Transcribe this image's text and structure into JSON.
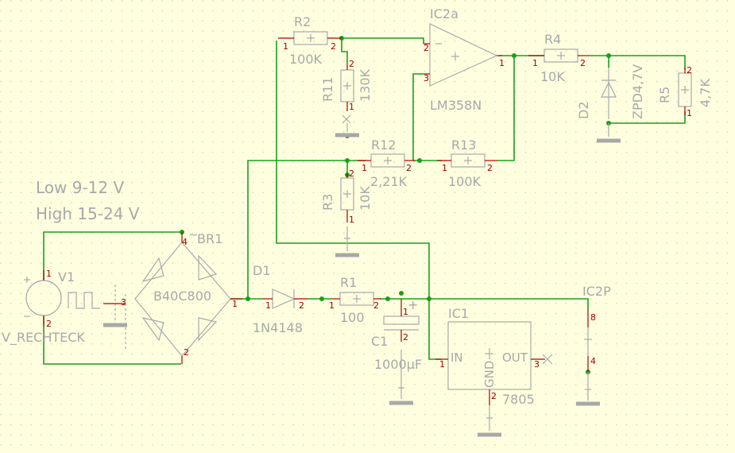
{
  "notes": {
    "line1": "Low 9-12 V",
    "line2": "High 15-24 V"
  },
  "source": {
    "name": "V1",
    "value": "V_RECHTECK",
    "pins": [
      "1",
      "2",
      "3"
    ]
  },
  "bridge": {
    "name": "BR1",
    "value": "B40C800",
    "pins": [
      "4",
      "1",
      "2"
    ]
  },
  "diode_d1": {
    "name": "D1",
    "value": "1N4148",
    "pins": [
      "1",
      "2"
    ]
  },
  "r1": {
    "name": "R1",
    "value": "100",
    "pins": [
      "1",
      "2"
    ]
  },
  "c1": {
    "name": "C1",
    "value": "1000µF",
    "pins": [
      "1",
      "2"
    ]
  },
  "ic1": {
    "name": "IC1",
    "value": "7805",
    "in": "IN",
    "out": "OUT",
    "gnd": "GND",
    "pins": [
      "1",
      "3",
      "2"
    ]
  },
  "ic2p": {
    "name": "IC2P",
    "pins": [
      "8",
      "4"
    ]
  },
  "ic2a": {
    "name": "IC2a",
    "value": "LM358N",
    "pins": [
      "2",
      "3",
      "1"
    ]
  },
  "r2": {
    "name": "R2",
    "value": "100K",
    "pins": [
      "1",
      "2"
    ]
  },
  "r11": {
    "name": "R11",
    "value": "130K",
    "pins": [
      "2",
      "1"
    ]
  },
  "r12": {
    "name": "R12",
    "value": "2,21K",
    "pins": [
      "1",
      "2"
    ]
  },
  "r13": {
    "name": "R13",
    "value": "100K",
    "pins": [
      "1",
      "2"
    ]
  },
  "r3": {
    "name": "R3",
    "value": "10K",
    "pins": [
      "2",
      "1"
    ]
  },
  "r4": {
    "name": "R4",
    "value": "10K",
    "pins": [
      "1",
      "2"
    ]
  },
  "d2": {
    "name": "D2",
    "value": "ZPD4,7V"
  },
  "r5": {
    "name": "R5",
    "value": "4,7K",
    "pins": [
      "2",
      "1"
    ]
  },
  "colors": {
    "background": "#ffffe0",
    "wire": "#18a018",
    "pin": "#a00000",
    "symbol": "#a8a8a8"
  }
}
